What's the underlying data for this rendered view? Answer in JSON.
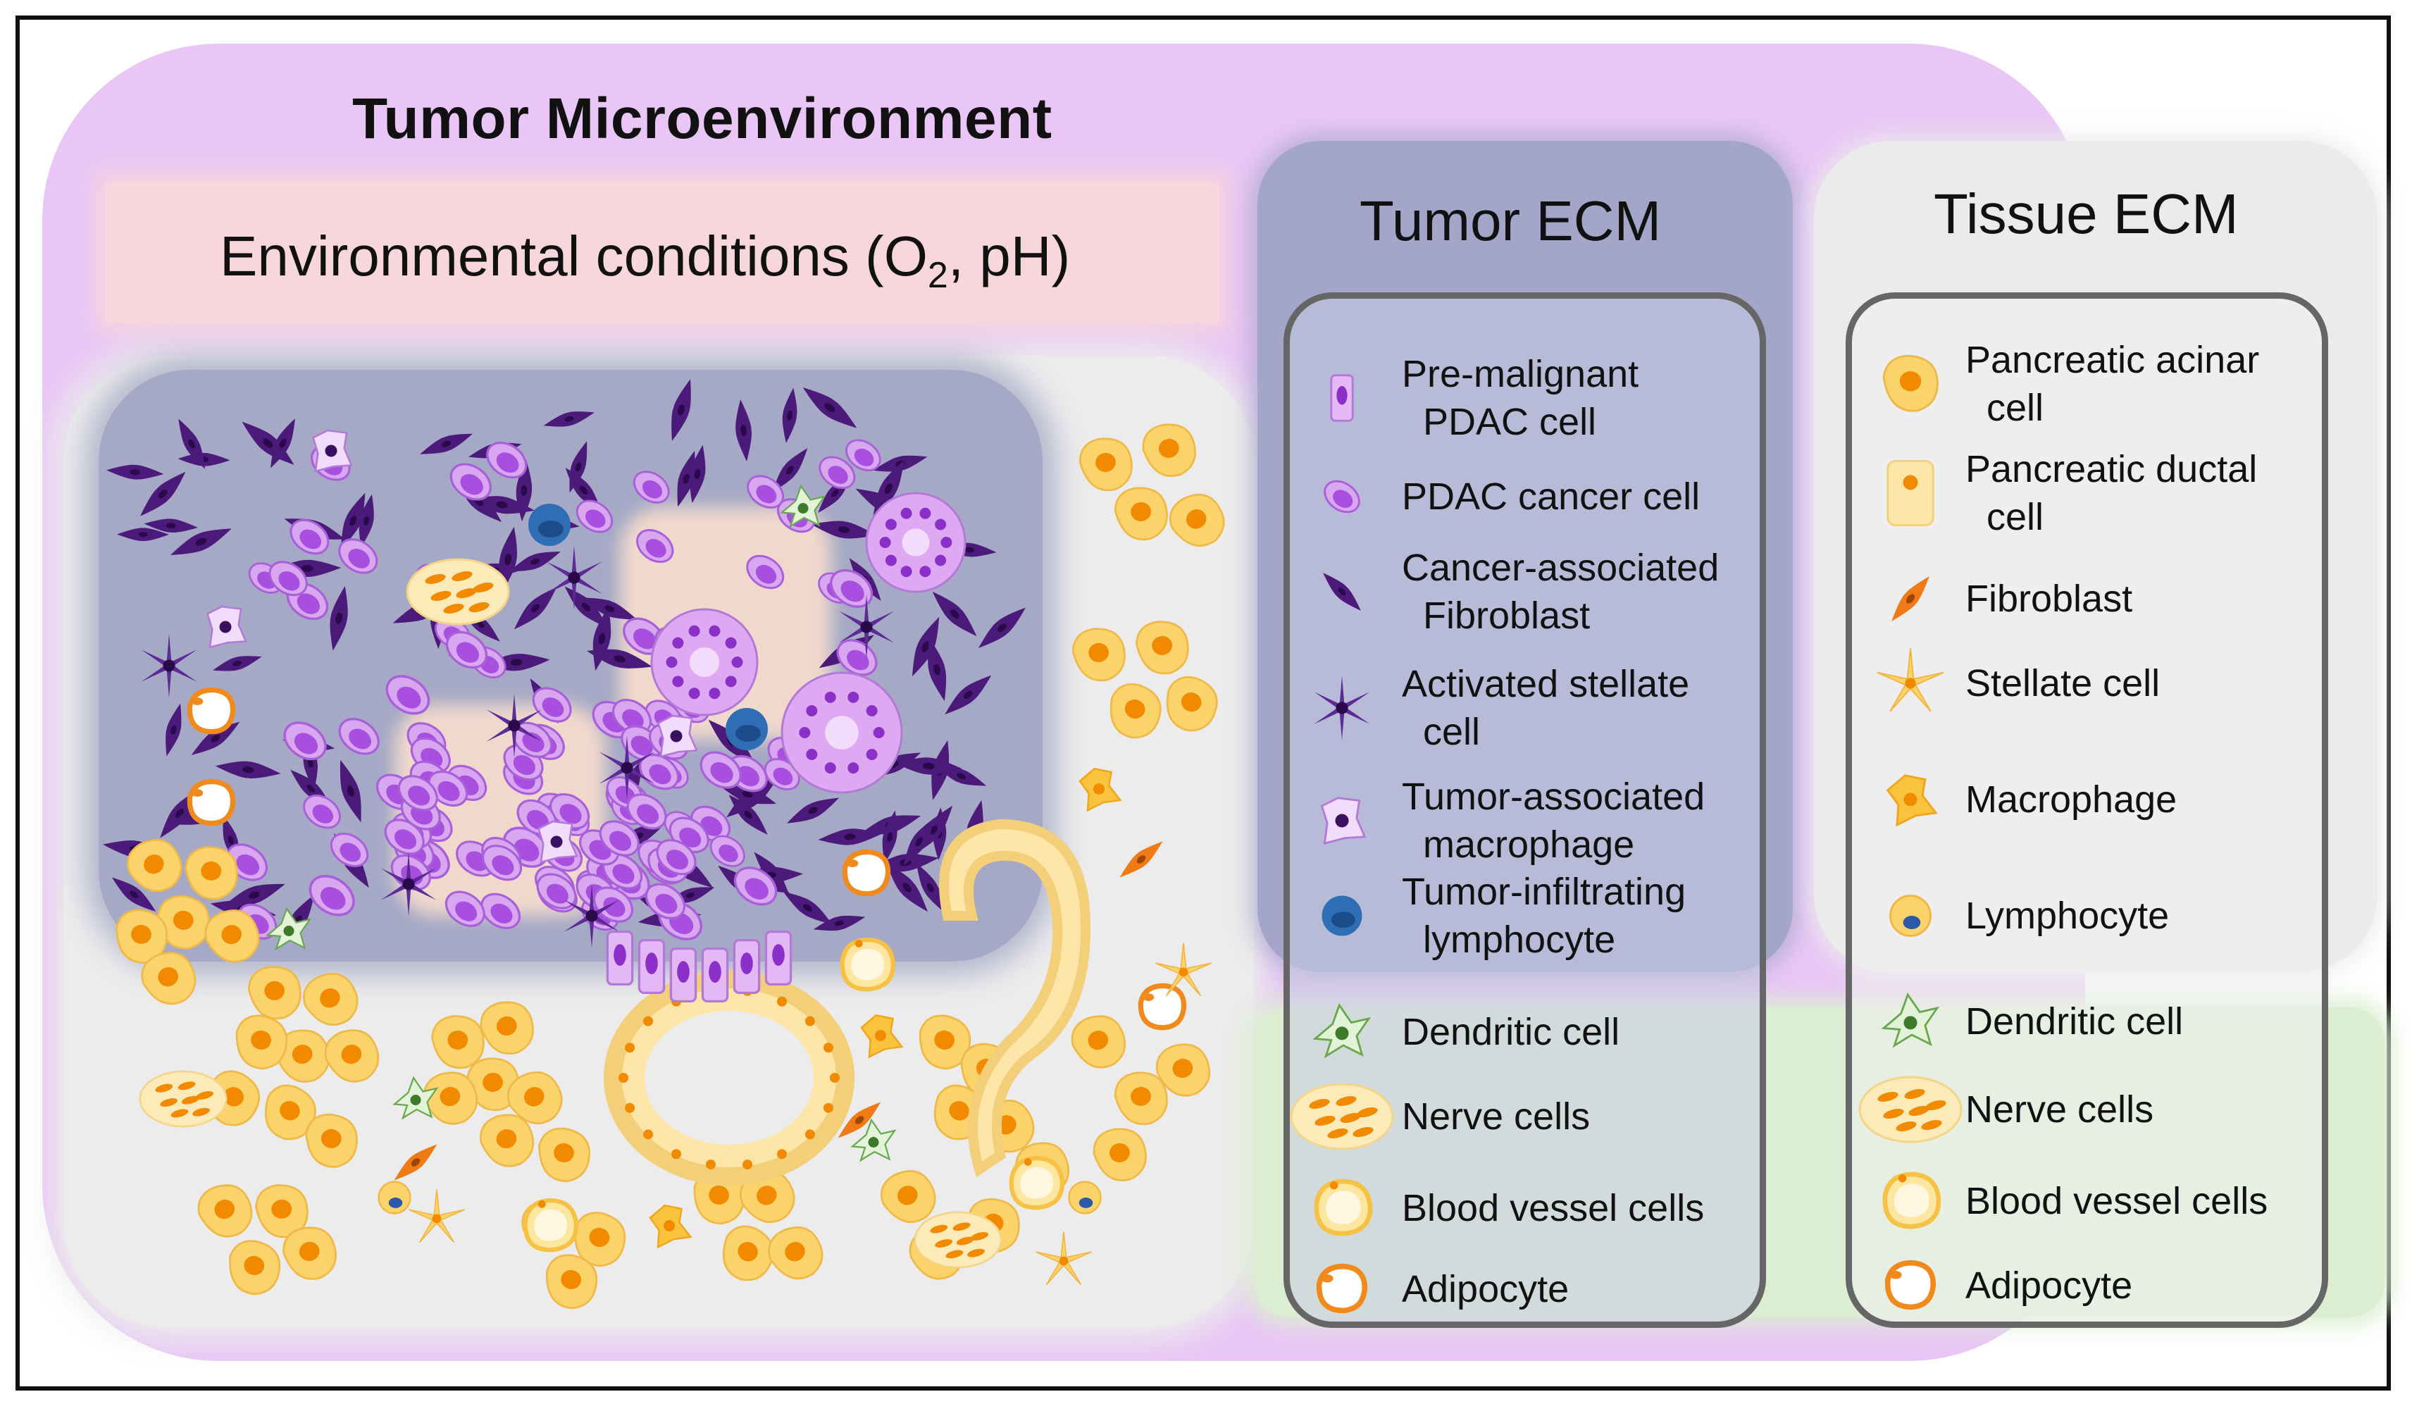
{
  "title": "Tumor Microenvironment",
  "environment": {
    "text": "Environmental conditions (O",
    "sub": "2",
    "tail": ", pH)"
  },
  "tumor_ecm": {
    "title": "Tumor ECM",
    "items": [
      {
        "line1": "Pre-malignant",
        "line2": "PDAC cell",
        "icon": "pre-malignant-cell-icon"
      },
      {
        "line1": "PDAC cancer cell",
        "line2": "",
        "icon": "pdac-cancer-cell-icon"
      },
      {
        "line1": "Cancer-associated",
        "line2": "Fibroblast",
        "icon": "cancer-fibroblast-icon"
      },
      {
        "line1": "Activated stellate",
        "line2": "cell",
        "icon": "activated-stellate-icon"
      },
      {
        "line1": "Tumor-associated",
        "line2": "macrophage",
        "icon": "tumor-macrophage-icon"
      },
      {
        "line1": "Tumor-infiltrating",
        "line2": "lymphocyte",
        "icon": "tumor-lymphocyte-icon"
      },
      {
        "line1": "Dendritic cell",
        "line2": "",
        "icon": "dendritic-cell-icon"
      },
      {
        "line1": "Nerve cells",
        "line2": "",
        "icon": "nerve-cell-icon"
      },
      {
        "line1": "Blood vessel cells",
        "line2": "",
        "icon": "blood-vessel-icon"
      },
      {
        "line1": "Adipocyte",
        "line2": "",
        "icon": "adipocyte-icon"
      }
    ]
  },
  "tissue_ecm": {
    "title": "Tissue ECM",
    "items": [
      {
        "line1": "Pancreatic acinar",
        "line2": "cell",
        "icon": "acinar-cell-icon"
      },
      {
        "line1": "Pancreatic ductal",
        "line2": "cell",
        "icon": "ductal-cell-icon"
      },
      {
        "line1": "Fibroblast",
        "line2": "",
        "icon": "fibroblast-icon"
      },
      {
        "line1": "Stellate cell",
        "line2": "",
        "icon": "stellate-cell-icon"
      },
      {
        "line1": "Macrophage",
        "line2": "",
        "icon": "macrophage-icon"
      },
      {
        "line1": "Lymphocyte",
        "line2": "",
        "icon": "lymphocyte-icon"
      },
      {
        "line1": "Dendritic cell",
        "line2": "",
        "icon": "dendritic-cell-icon"
      },
      {
        "line1": "Nerve cells",
        "line2": "",
        "icon": "nerve-cell-icon"
      },
      {
        "line1": "Blood vessel cells",
        "line2": "",
        "icon": "blood-vessel-icon"
      },
      {
        "line1": "Adipocyte",
        "line2": "",
        "icon": "adipocyte-icon"
      }
    ]
  },
  "colors": {
    "tme_background": "#e9c6f6",
    "tumor_region": "#a5a9c6",
    "tissue_region": "#ececec",
    "environment_band": "#f7d6dc",
    "shared_cells_band": "#dbeed2",
    "tumor_cell_fill": "#d9a6f0",
    "tumor_cell_nucleus": "#8b2fc9",
    "fibroblast_dark": "#4b1a7a",
    "acinar_fill": "#fbd36b",
    "acinar_nucleus": "#f28a00",
    "lymphocyte_blue": "#2f6db5",
    "dendritic_green": "#6aa84f"
  }
}
